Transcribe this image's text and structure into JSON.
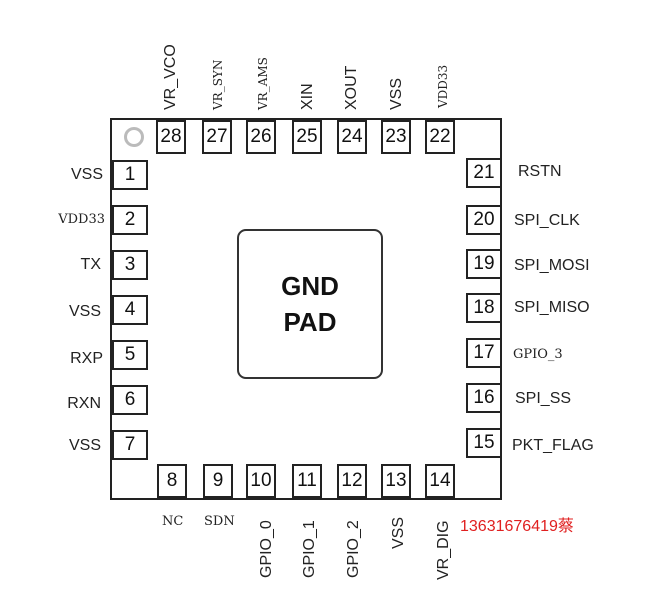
{
  "pad": {
    "line1": "GND",
    "line2": "PAD"
  },
  "left_pins": [
    {
      "num": "1",
      "name": "VSS"
    },
    {
      "num": "2",
      "name": "VDD33"
    },
    {
      "num": "3",
      "name": "TX"
    },
    {
      "num": "4",
      "name": "VSS"
    },
    {
      "num": "5",
      "name": "RXP"
    },
    {
      "num": "6",
      "name": "RXN"
    },
    {
      "num": "7",
      "name": "VSS"
    }
  ],
  "bottom_pins": [
    {
      "num": "8",
      "name": "NC"
    },
    {
      "num": "9",
      "name": "SDN"
    },
    {
      "num": "10",
      "name": "GPIO_0"
    },
    {
      "num": "11",
      "name": "GPIO_1"
    },
    {
      "num": "12",
      "name": "GPIO_2"
    },
    {
      "num": "13",
      "name": "VSS"
    },
    {
      "num": "14",
      "name": "VR_DIG"
    }
  ],
  "right_pins": [
    {
      "num": "15",
      "name": "PKT_FLAG"
    },
    {
      "num": "16",
      "name": "SPI_SS"
    },
    {
      "num": "17",
      "name": "GPIO_3"
    },
    {
      "num": "18",
      "name": "SPI_MISO"
    },
    {
      "num": "19",
      "name": "SPI_MOSI"
    },
    {
      "num": "20",
      "name": "SPI_CLK"
    },
    {
      "num": "21",
      "name": "RSTN"
    }
  ],
  "top_pins": [
    {
      "num": "22",
      "name": "VDD33"
    },
    {
      "num": "23",
      "name": "VSS"
    },
    {
      "num": "24",
      "name": "XOUT"
    },
    {
      "num": "25",
      "name": "XIN"
    },
    {
      "num": "26",
      "name": "VR_AMS"
    },
    {
      "num": "27",
      "name": "VR_SYN"
    },
    {
      "num": "28",
      "name": "VR_VCO"
    }
  ],
  "contact_text": "13631676419蔡"
}
